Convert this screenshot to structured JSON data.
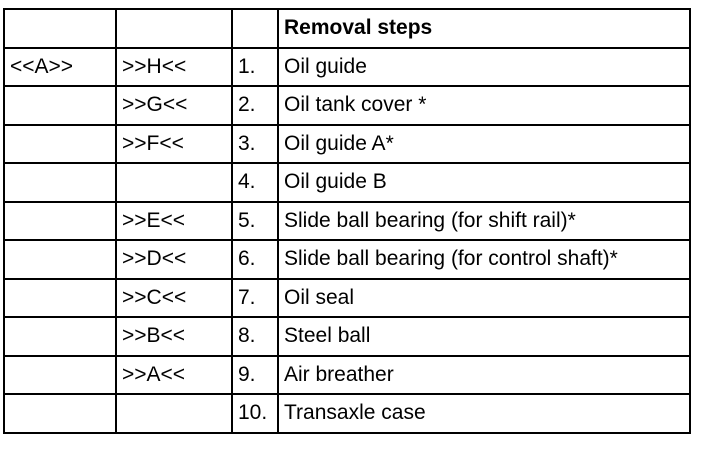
{
  "header": {
    "col1": "",
    "col2": "",
    "col3": "",
    "col4": "Removal steps"
  },
  "rows": [
    {
      "group": "<<A>>",
      "ref": ">>H<<",
      "num": "1.",
      "step": "Oil guide"
    },
    {
      "group": "",
      "ref": ">>G<<",
      "num": "2.",
      "step": "Oil tank cover *"
    },
    {
      "group": "",
      "ref": ">>F<<",
      "num": "3.",
      "step": "Oil guide A*"
    },
    {
      "group": "",
      "ref": "",
      "num": "4.",
      "step": "Oil guide B"
    },
    {
      "group": "",
      "ref": ">>E<<",
      "num": "5.",
      "step": "Slide ball bearing (for shift rail)*"
    },
    {
      "group": "",
      "ref": ">>D<<",
      "num": "6.",
      "step": "Slide ball bearing (for control shaft)*"
    },
    {
      "group": "",
      "ref": ">>C<<",
      "num": "7.",
      "step": "Oil seal"
    },
    {
      "group": "",
      "ref": ">>B<<",
      "num": "8.",
      "step": "Steel ball"
    },
    {
      "group": "",
      "ref": ">>A<<",
      "num": "9.",
      "step": "Air breather"
    },
    {
      "group": "",
      "ref": "",
      "num": "10.",
      "step": "Transaxle case"
    }
  ]
}
